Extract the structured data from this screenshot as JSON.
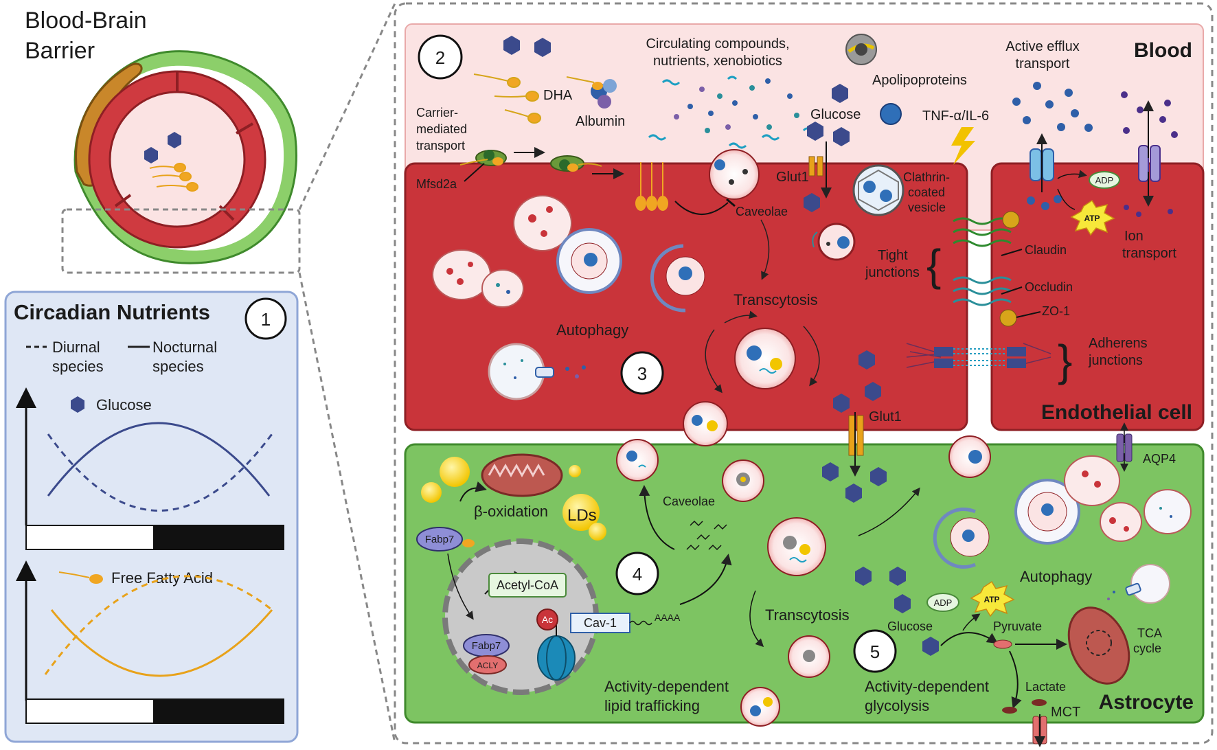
{
  "bbb": {
    "title_line1": "Blood-Brain",
    "title_line2": "Barrier"
  },
  "panel1": {
    "title": "Circadian Nutrients",
    "number": "1",
    "legend": {
      "diurnal_line1": "Diurnal",
      "diurnal_line2": "species",
      "nocturnal_line1": "Nocturnal",
      "nocturnal_line2": "species"
    },
    "glucose_label": "Glucose",
    "ffa_label": "Free Fatty Acid",
    "colors": {
      "glucose": "#3b4a8c",
      "ffa": "#e8a21a",
      "panel_bg": "#dfe7f5",
      "panel_border": "#8fa6d6"
    }
  },
  "blood": {
    "title": "Blood",
    "number": "2",
    "circulating_line1": "Circulating compounds,",
    "circulating_line2": "nutrients, xenobiotics",
    "dha": "DHA",
    "albumin": "Albumin",
    "apolipoproteins": "Apolipoproteins",
    "glucose": "Glucose",
    "tnf": "TNF-α/IL-6",
    "efflux_line1": "Active efflux",
    "efflux_line2": "transport",
    "carrier_line1": "Carrier-",
    "carrier_line2": "mediated",
    "carrier_line3": "transport",
    "colors": {
      "bg": "#fbe3e3"
    }
  },
  "endothelial": {
    "title": "Endothelial cell",
    "number": "3",
    "mfsd2a": "Mfsd2a",
    "glut1_top": "Glut1",
    "caveolae": "Caveolae",
    "clathrin_line1": "Clathrin-",
    "clathrin_line2": "coated",
    "clathrin_line3": "vesicle",
    "transcytosis": "Transcytosis",
    "autophagy": "Autophagy",
    "tight_line1": "Tight",
    "tight_line2": "junctions",
    "claudin": "Claudin",
    "occludin": "Occludin",
    "zo1": "ZO-1",
    "adherens_line1": "Adherens",
    "adherens_line2": "junctions",
    "glut1_bottom": "Glut1",
    "adp": "ADP",
    "atp": "ATP",
    "ion_line1": "Ion",
    "ion_line2": "transport",
    "colors": {
      "cell": "#c9343a",
      "cell_border": "#8e1f24"
    }
  },
  "astrocyte": {
    "title": "Astrocyte",
    "number4": "4",
    "number5": "5",
    "aqp4": "AQP4",
    "beta_ox": "β-oxidation",
    "lds": "LDs",
    "fabp7": "Fabp7",
    "fabp7_nuc": "Fabp7",
    "acly": "ACLY",
    "acetyl": "Acetyl-CoA",
    "ac": "Ac",
    "cav1": "Cav-1",
    "aaaa": "AAAA",
    "caveolae": "Caveolae",
    "transcytosis": "Transcytosis",
    "autophagy": "Autophagy",
    "glucose": "Glucose",
    "adp": "ADP",
    "atp": "ATP",
    "pyruvate": "Pyruvate",
    "tca_line1": "TCA",
    "tca_line2": "cycle",
    "lactate": "Lactate",
    "mct": "MCT",
    "lipid_line1": "Activity-dependent",
    "lipid_line2": "lipid trafficking",
    "glyco_line1": "Activity-dependent",
    "glyco_line2": "glycolysis",
    "colors": {
      "cell": "#7dc462",
      "cell_border": "#3f8a2c"
    }
  },
  "icons": [
    "glucose-hexagon-icon",
    "fatty-acid-icon",
    "vesicle-icon",
    "lysosome-icon",
    "mitochondrion-icon",
    "atp-burst-icon",
    "lightning-icon",
    "nucleosome-icon"
  ]
}
